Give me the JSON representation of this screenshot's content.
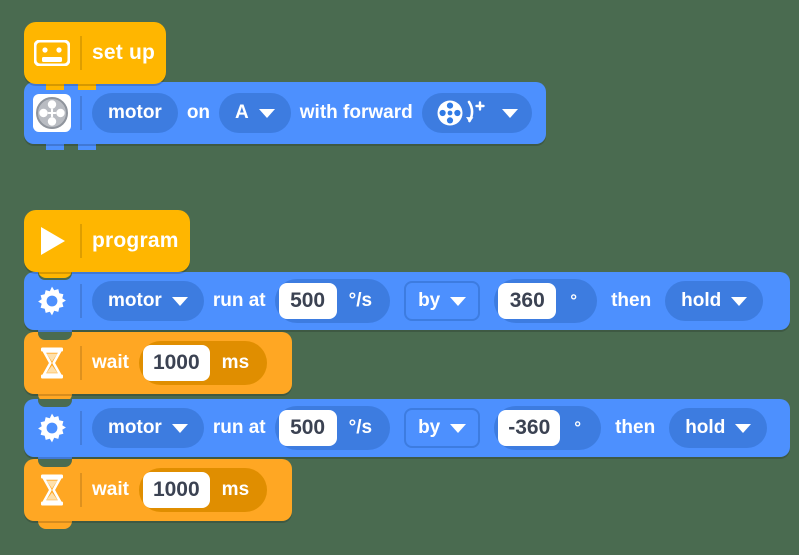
{
  "canvas": {
    "background": "#4a6b50",
    "accent_blue": "#4d90fe",
    "accent_blue_dark": "#3d7ce0",
    "accent_yellow": "#ffb600",
    "accent_orange": "#ffa723",
    "accent_orange_dark": "#e08e00"
  },
  "stacks": [
    {
      "id": "setup-stack",
      "hat": {
        "label": "set up",
        "icon": "hub-icon",
        "color": "#ffb600"
      },
      "blocks": [
        {
          "id": "motor-on-block",
          "type": "motor-setup",
          "icon": "motor-wheel-icon",
          "color": "#4d90fe",
          "parts": [
            {
              "kind": "pill-static",
              "name": "motor-label-pill",
              "text": "motor"
            },
            {
              "kind": "word",
              "name": "word-on",
              "text": "on"
            },
            {
              "kind": "dropdown-pill",
              "name": "port-dropdown",
              "text": "A"
            },
            {
              "kind": "word",
              "name": "word-with-forward",
              "text": "with forward"
            },
            {
              "kind": "dropdown-pill-icon",
              "name": "direction-dropdown",
              "icon": "motor-direction-plus-icon"
            }
          ]
        }
      ]
    },
    {
      "id": "program-stack",
      "hat": {
        "label": "program",
        "icon": "play-icon",
        "color": "#ffb600"
      },
      "blocks": [
        {
          "id": "motor-run-block-1",
          "type": "motor-run",
          "icon": "gear-icon",
          "color": "#4d90fe",
          "parts": [
            {
              "kind": "dropdown-pill",
              "name": "motor-target-dropdown",
              "text": "motor"
            },
            {
              "kind": "word",
              "name": "word-run-at",
              "text": "run at"
            },
            {
              "kind": "number",
              "name": "speed-input",
              "value": "500",
              "unit": "°/s"
            },
            {
              "kind": "dropdown-rect",
              "name": "rotation-mode-dropdown",
              "text": "by"
            },
            {
              "kind": "number",
              "name": "degrees-input",
              "value": "360",
              "unit": "°"
            },
            {
              "kind": "word",
              "name": "word-then",
              "text": "then"
            },
            {
              "kind": "dropdown-pill",
              "name": "stop-action-dropdown",
              "text": "hold"
            }
          ]
        },
        {
          "id": "wait-block-1",
          "type": "wait",
          "icon": "hourglass-icon",
          "color": "#ffa723",
          "parts": [
            {
              "kind": "word",
              "name": "word-wait",
              "text": "wait"
            },
            {
              "kind": "number-orange",
              "name": "wait-duration-input",
              "value": "1000",
              "unit": "ms"
            }
          ]
        },
        {
          "id": "motor-run-block-2",
          "type": "motor-run",
          "icon": "gear-icon",
          "color": "#4d90fe",
          "parts": [
            {
              "kind": "dropdown-pill",
              "name": "motor-target-dropdown",
              "text": "motor"
            },
            {
              "kind": "word",
              "name": "word-run-at",
              "text": "run at"
            },
            {
              "kind": "number",
              "name": "speed-input",
              "value": "500",
              "unit": "°/s"
            },
            {
              "kind": "dropdown-rect",
              "name": "rotation-mode-dropdown",
              "text": "by"
            },
            {
              "kind": "number",
              "name": "degrees-input",
              "value": "-360",
              "unit": "°"
            },
            {
              "kind": "word",
              "name": "word-then",
              "text": "then"
            },
            {
              "kind": "dropdown-pill",
              "name": "stop-action-dropdown",
              "text": "hold"
            }
          ]
        },
        {
          "id": "wait-block-2",
          "type": "wait",
          "icon": "hourglass-icon",
          "color": "#ffa723",
          "parts": [
            {
              "kind": "word",
              "name": "word-wait",
              "text": "wait"
            },
            {
              "kind": "number-orange",
              "name": "wait-duration-input",
              "value": "1000",
              "unit": "ms"
            }
          ]
        }
      ]
    }
  ],
  "text": {
    "setup_hat": "set up",
    "program_hat": "program",
    "motor": "motor",
    "on": "on",
    "port_a": "A",
    "with_forward": "with forward",
    "run_at": "run at",
    "speed1": "500",
    "speed_unit": "°/s",
    "by": "by",
    "degrees1": "360",
    "degrees2": "-360",
    "degree_unit": "°",
    "then": "then",
    "hold": "hold",
    "wait": "wait",
    "wait_value": "1000",
    "ms": "ms"
  }
}
